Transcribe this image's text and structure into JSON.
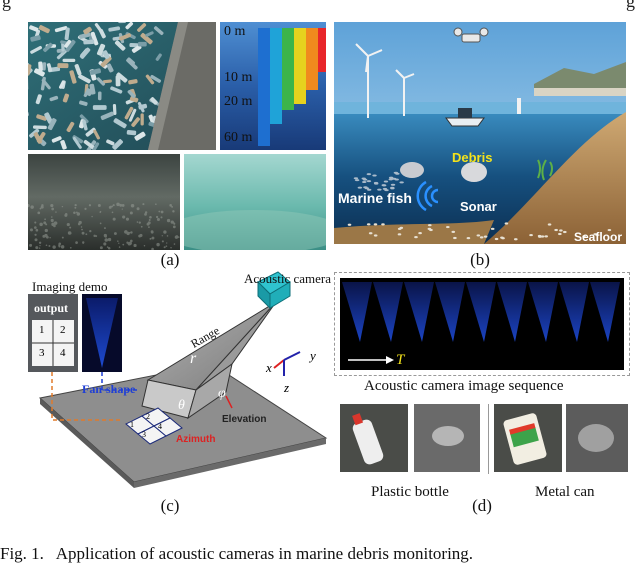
{
  "top_clip": {
    "left_text": "g",
    "right_text": "g"
  },
  "panel_a": {
    "label": "(a)",
    "depth_labels": [
      "0 m",
      "10 m",
      "20 m",
      "60 m"
    ],
    "depth_bar_colors": [
      "#1e6fd0",
      "#1fa3d8",
      "#3cb44a",
      "#e6d21e",
      "#f08a1e",
      "#e8262a"
    ]
  },
  "panel_b": {
    "label": "(b)",
    "debris_label": "Debris",
    "fish_label": "Marine fish",
    "sonar_label": "Sonar",
    "seafloor_label": "Seafloor"
  },
  "panel_c": {
    "label": "(c)",
    "imaging_demo": "Imaging demo",
    "output_label": "output",
    "grid": [
      "1",
      "2",
      "3",
      "4"
    ],
    "grid_small": [
      "1",
      "2",
      "3",
      "4"
    ],
    "fan_shape": "Fan-shape",
    "acoustic_camera": "Acoustic camera",
    "range": "Range",
    "r": "r",
    "theta": "θ",
    "phi": "φ",
    "azimuth": "Azimuth",
    "elevation": "Elevation",
    "axis_x": "x",
    "axis_y": "y",
    "axis_z": "z"
  },
  "panel_d": {
    "label": "(d)",
    "time_label": "T",
    "sequence_caption": "Acoustic camera image sequence",
    "plastic_bottle": "Plastic bottle",
    "metal_can": "Metal can"
  },
  "figure_caption": "Fig. 1.   Application of acoustic cameras in marine debris monitoring."
}
